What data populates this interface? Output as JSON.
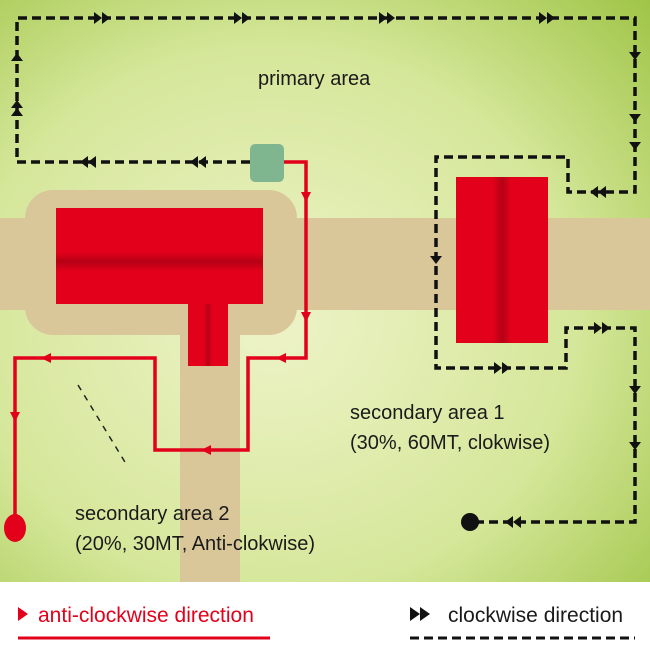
{
  "labels": {
    "primary": "primary area",
    "secondary1_name": "secondary area 1",
    "secondary1_detail": "(30%, 60MT, clokwise)",
    "secondary2_name": "secondary area 2",
    "secondary2_detail": "(20%, 30MT, Anti-clokwise)"
  },
  "legend": {
    "anticlockwise": "anti-clockwise direction",
    "clockwise": "clockwise direction"
  },
  "colors": {
    "anticlockwise_path": "#e3001b",
    "clockwise_path": "#111111",
    "building": "#e3001b",
    "road": "#d9c79a",
    "device": "#7fb58f",
    "background_light": "#eef3c8",
    "background_dark": "#97bf3a"
  }
}
